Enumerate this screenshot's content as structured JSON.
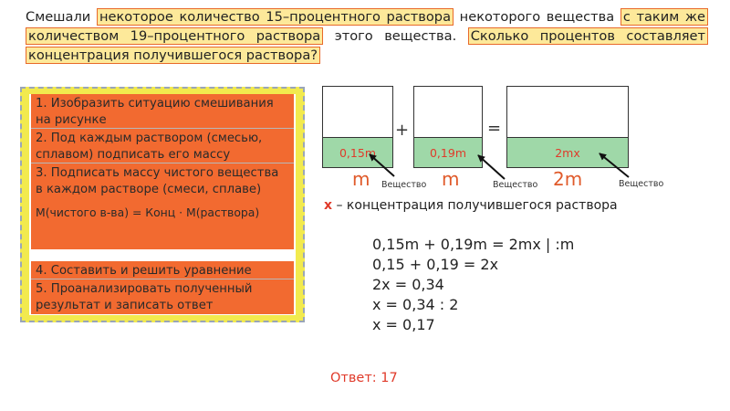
{
  "problem": {
    "p1": "Смешали",
    "h1": "некоторое количество 15–процентного раствора",
    "p2": "некоторого вещества",
    "h2": "с таким же количеством 19–процентного раствора",
    "p3": "этого вещества.",
    "h3": "Сколько процентов составляет концентрация получившегося раствора?"
  },
  "steps": [
    "1. Изобразить ситуацию смешивания на рисунке",
    "2. Под каждым раствором (смесью, сплавом) подписать его массу",
    "3. Подписать массу чистого вещества в каждом растворе (смеси, сплаве)",
    "4. Составить и решить уравнение",
    "5. Проанализировать полученный результат и записать ответ"
  ],
  "formula": "М(чистого в-ва) = Конц · М(раствора)",
  "diagram": {
    "beakers": [
      {
        "liquid_label": "0,15m",
        "mass_label": "m",
        "substance_label": "Вещество"
      },
      {
        "liquid_label": "0,19m",
        "mass_label": "m",
        "substance_label": "Вещество"
      },
      {
        "liquid_label": "2mx",
        "mass_label": "2m",
        "substance_label": "Вещество"
      }
    ],
    "plus": "+",
    "equals": "="
  },
  "x_legend": {
    "var": "x",
    "text": " – концентрация получившегося раствора"
  },
  "equations": [
    "0,15m + 0,19m = 2mx  | :m",
    "0,15 + 0,19 = 2x",
    "2x = 0,34",
    "x = 0,34 : 2",
    "x = 0,17"
  ],
  "answer": "Ответ: 17",
  "colors": {
    "step_fill": "#f26a30",
    "panel_fill": "#f2ea4e",
    "highlight_fill": "#fde99a",
    "highlight_border": "#e86a2a",
    "liquid": "#9fd8a8",
    "accent_red": "#e03a2a"
  }
}
